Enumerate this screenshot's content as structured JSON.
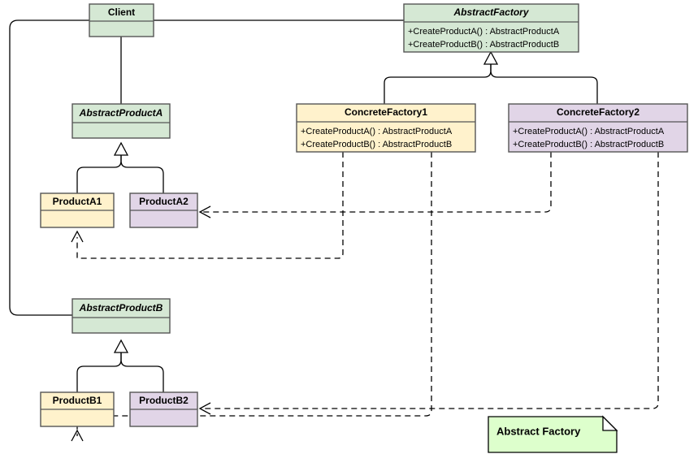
{
  "diagram": {
    "kind": "uml-class-diagram",
    "note_label": "Abstract Factory",
    "background_color": "#ffffff"
  },
  "palette": {
    "green_fill": "#d5e8d4",
    "yellow_fill": "#fff2cc",
    "purple_fill": "#e1d5e7",
    "note_fill": "#ddffcc",
    "green_stroke": "#82b366",
    "yellow_stroke": "#d6b656",
    "purple_stroke": "#9673a6",
    "line_color": "#000000"
  },
  "classes": {
    "client": {
      "name": "Client",
      "abstract": false,
      "members": []
    },
    "abstract_factory": {
      "name": "AbstractFactory",
      "abstract": true,
      "members": [
        "+CreateProductA() : AbstractProductA",
        "+CreateProductB() : AbstractProductB"
      ]
    },
    "concrete_factory_1": {
      "name": "ConcreteFactory1",
      "abstract": false,
      "members": [
        "+CreateProductA() : AbstractProductA",
        "+CreateProductB() : AbstractProductB"
      ]
    },
    "concrete_factory_2": {
      "name": "ConcreteFactory2",
      "abstract": false,
      "members": [
        "+CreateProductA() : AbstractProductA",
        "+CreateProductB() : AbstractProductB"
      ]
    },
    "abstract_product_a": {
      "name": "AbstractProductA",
      "abstract": true,
      "members": []
    },
    "abstract_product_b": {
      "name": "AbstractProductB",
      "abstract": true,
      "members": []
    },
    "product_a1": {
      "name": "ProductA1",
      "abstract": false,
      "members": []
    },
    "product_a2": {
      "name": "ProductA2",
      "abstract": false,
      "members": []
    },
    "product_b1": {
      "name": "ProductB1",
      "abstract": false,
      "members": []
    },
    "product_b2": {
      "name": "ProductB2",
      "abstract": false,
      "members": []
    }
  }
}
